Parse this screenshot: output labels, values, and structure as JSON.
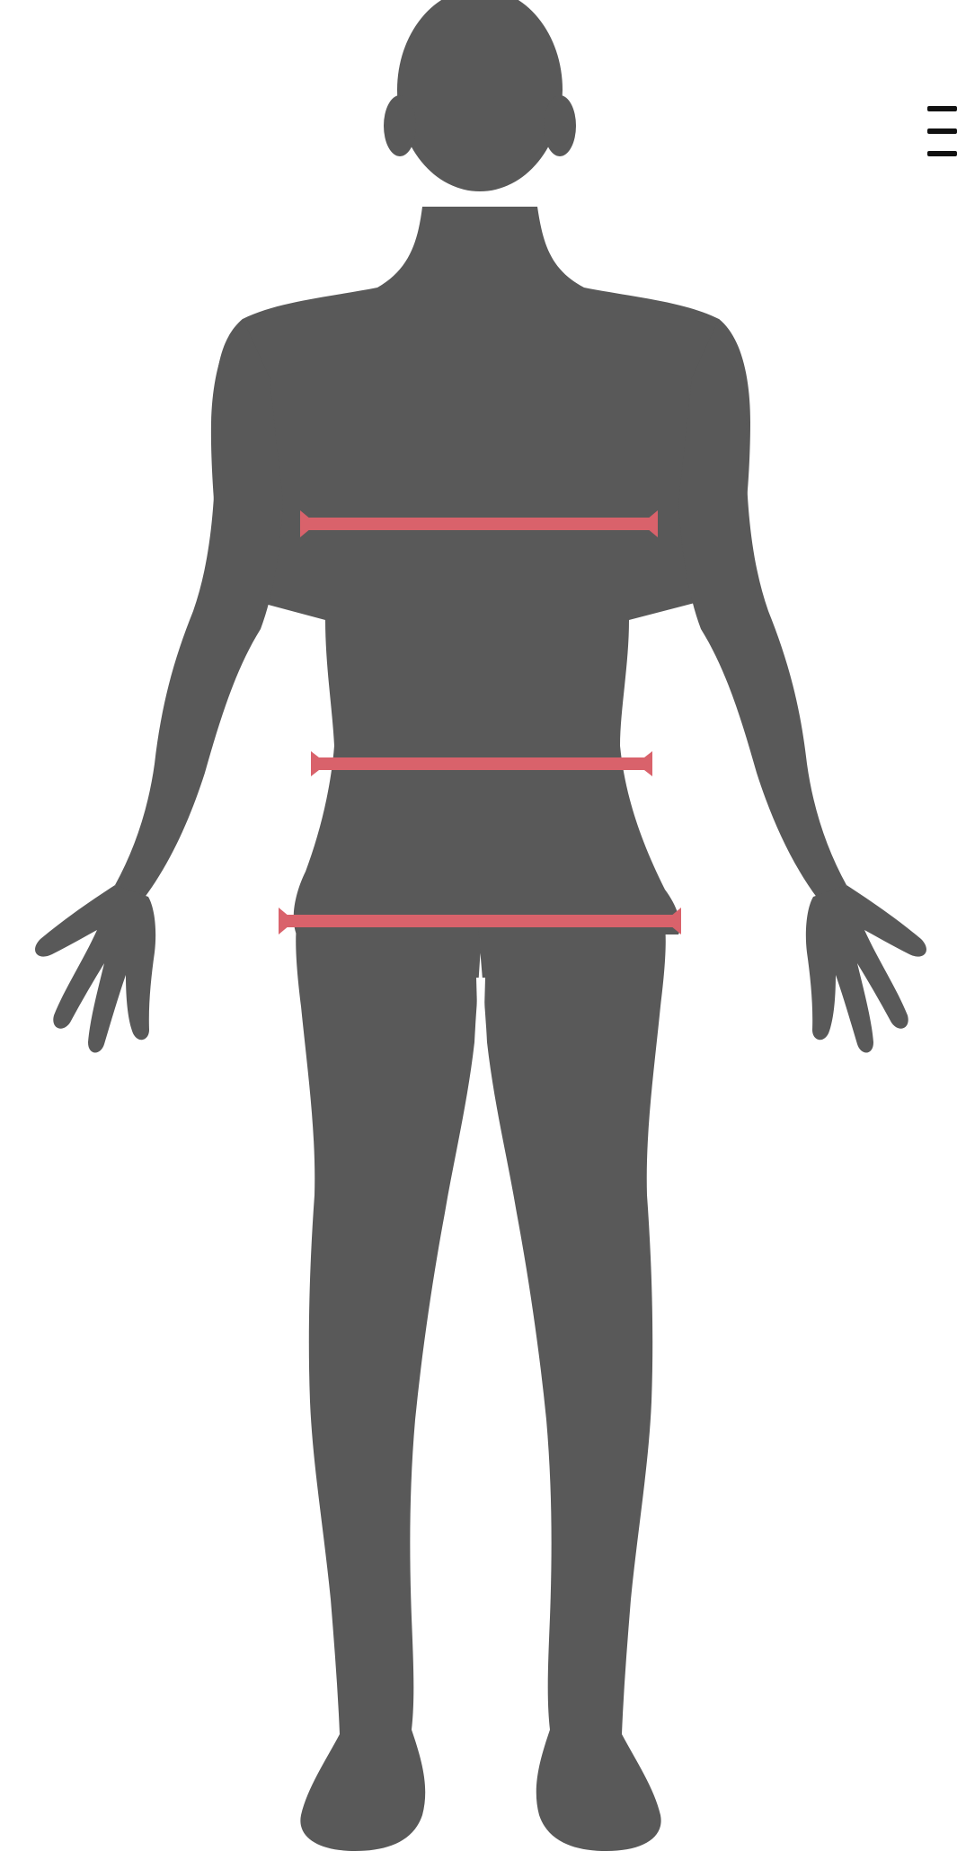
{
  "figure": {
    "subject": "body-silhouette-front",
    "silhouette_color": "#595959",
    "background_color": "#ffffff"
  },
  "measurements": {
    "line_color": "#d9626b",
    "items": [
      {
        "name": "chest"
      },
      {
        "name": "waist"
      },
      {
        "name": "hips"
      }
    ]
  },
  "menu": {
    "icon": "hamburger-menu-icon"
  }
}
